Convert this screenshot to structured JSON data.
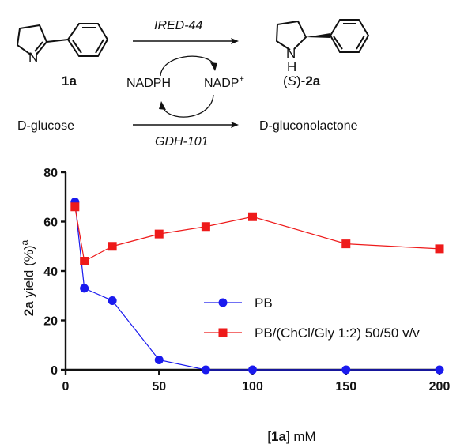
{
  "scheme": {
    "substrate_label": "1a",
    "product_label": "(S)-2a",
    "product_prefix": "(",
    "product_stereo": "S",
    "product_suffix": ")-",
    "product_bold": "2a",
    "enzyme_top": "IRED-44",
    "enzyme_bottom": "GDH-101",
    "cofactor_left": "NADPH",
    "cofactor_right": "NADP",
    "cofactor_right_sup": "+",
    "cosubstrate_left": "D-glucose",
    "cosubstrate_right": "D-gluconolactone",
    "ring_nitrogen": "N",
    "amine_n": "N",
    "amine_h": "H"
  },
  "chart_data": {
    "type": "line",
    "x": [
      5,
      10,
      25,
      50,
      75,
      100,
      150,
      200
    ],
    "series": [
      {
        "name": "PB",
        "values": [
          68,
          33,
          28,
          4,
          0,
          0,
          0,
          0
        ],
        "color": "#1a1aee",
        "marker": "circle"
      },
      {
        "name": "PB/(ChCl/Gly 1:2) 50/50 v/v",
        "values": [
          66,
          44,
          50,
          55,
          58,
          62,
          51,
          49
        ],
        "color": "#ee1a1a",
        "marker": "square"
      }
    ],
    "xlim": [
      0,
      200
    ],
    "ylim": [
      0,
      80
    ],
    "xticks": [
      0,
      50,
      100,
      150,
      200
    ],
    "yticks": [
      0,
      20,
      40,
      60,
      80
    ],
    "xlabel_bracket_open": "[",
    "xlabel_bold": "1a",
    "xlabel_rest": "] mM",
    "ylabel_bold": "2a",
    "ylabel_rest": " yield (%)",
    "ylabel_sup": "a",
    "grid": false,
    "legend_position": "center-right"
  }
}
